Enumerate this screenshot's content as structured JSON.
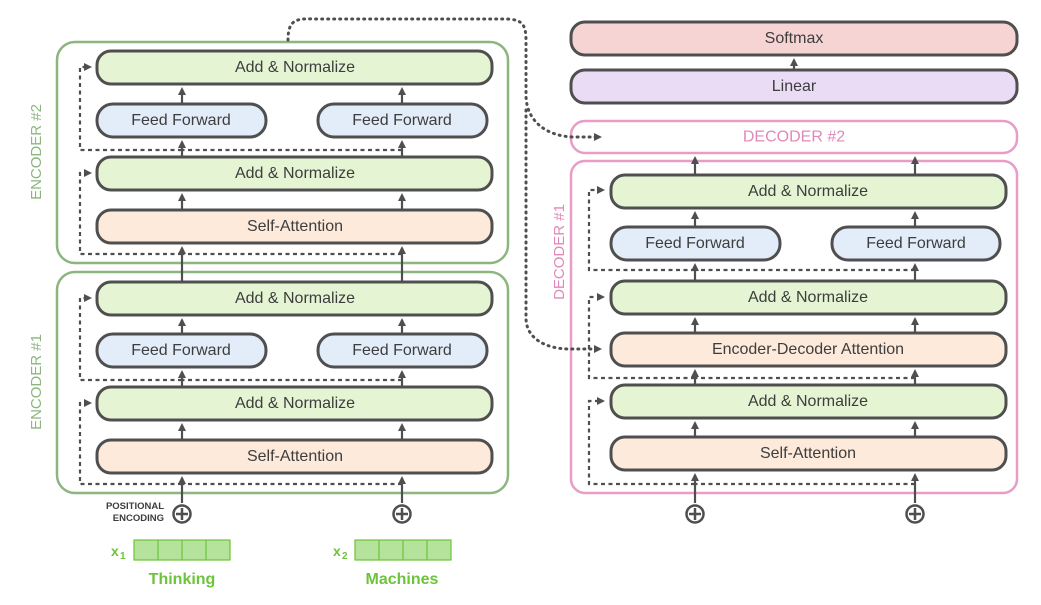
{
  "encoders": [
    {
      "title": "ENCODER #1",
      "layers": {
        "add_norm_top": "Add & Normalize",
        "feed_forward_1": "Feed Forward",
        "feed_forward_2": "Feed Forward",
        "add_norm_bottom": "Add & Normalize",
        "self_attention": "Self-Attention"
      }
    },
    {
      "title": "ENCODER #2",
      "layers": {
        "add_norm_top": "Add & Normalize",
        "feed_forward_1": "Feed Forward",
        "feed_forward_2": "Feed Forward",
        "add_norm_bottom": "Add & Normalize",
        "self_attention": "Self-Attention"
      }
    }
  ],
  "decoders": [
    {
      "title": "DECODER #1",
      "layers": {
        "add_norm_top": "Add & Normalize",
        "feed_forward_1": "Feed Forward",
        "feed_forward_2": "Feed Forward",
        "add_norm_middle": "Add & Normalize",
        "enc_dec_attention": "Encoder-Decoder Attention",
        "add_norm_bottom": "Add & Normalize",
        "self_attention": "Self-Attention"
      }
    },
    {
      "title": "DECODER #2"
    }
  ],
  "output": {
    "linear": "Linear",
    "softmax": "Softmax"
  },
  "positional_encoding": {
    "line1": "POSITIONAL",
    "line2": "ENCODING"
  },
  "inputs": [
    {
      "symbol": "x",
      "sub": "1",
      "word": "Thinking"
    },
    {
      "symbol": "x",
      "sub": "2",
      "word": "Machines"
    }
  ],
  "colors": {
    "encoder_border": "#8cb57f",
    "decoder_border": "#e89cc6",
    "add_norm_fill": "#e5f5d3",
    "feed_forward_fill": "#e3edf9",
    "attention_fill": "#fdeadb",
    "linear_fill": "#ebdcf5",
    "softmax_fill": "#f7d4d4",
    "word_color": "#6cc43a"
  }
}
